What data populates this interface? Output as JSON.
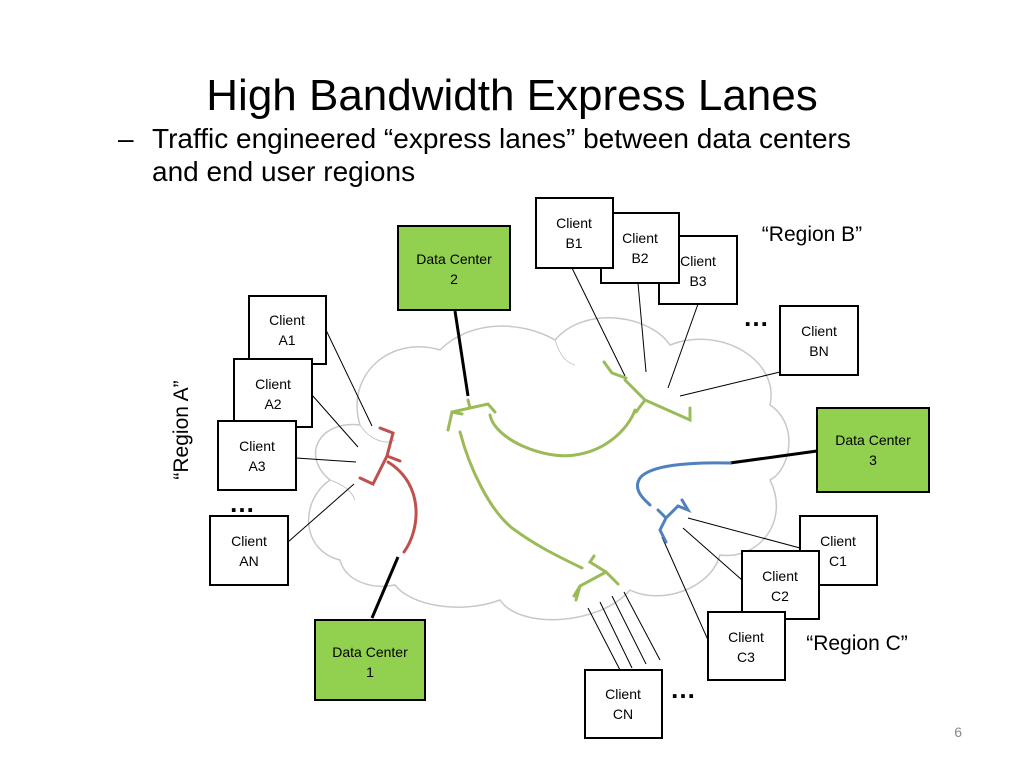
{
  "slide": {
    "title": "High Bandwidth Express Lanes",
    "bullet_dash": "–",
    "bullet_line1": "Traffic engineered “express lanes” between data centers",
    "bullet_line2": "and end user regions",
    "page_number": "6"
  },
  "diagram": {
    "regions": {
      "a": "“Region A”",
      "b": "“Region B”",
      "c": "“Region C”"
    },
    "ellipsis": "…",
    "data_centers": {
      "dc1": [
        "Data Center",
        "1"
      ],
      "dc2": [
        "Data Center",
        "2"
      ],
      "dc3": [
        "Data Center",
        "3"
      ]
    },
    "clients": {
      "a1": [
        "Client",
        "A1"
      ],
      "a2": [
        "Client",
        "A2"
      ],
      "a3": [
        "Client",
        "A3"
      ],
      "an": [
        "Client",
        "AN"
      ],
      "b1": [
        "Client",
        "B1"
      ],
      "b2": [
        "Client",
        "B2"
      ],
      "b3": [
        "Client",
        "B3"
      ],
      "bn": [
        "Client",
        "BN"
      ],
      "c1": [
        "Client",
        "C1"
      ],
      "c2": [
        "Client",
        "C2"
      ],
      "c3": [
        "Client",
        "C3"
      ],
      "cn": [
        "Client",
        "CN"
      ]
    },
    "colors": {
      "data_center_fill": "#92d050",
      "lane_red": "#c0504d",
      "lane_green": "#9bbb59",
      "lane_blue": "#4f81bd",
      "cloud_stroke": "#c8c8c8"
    }
  }
}
